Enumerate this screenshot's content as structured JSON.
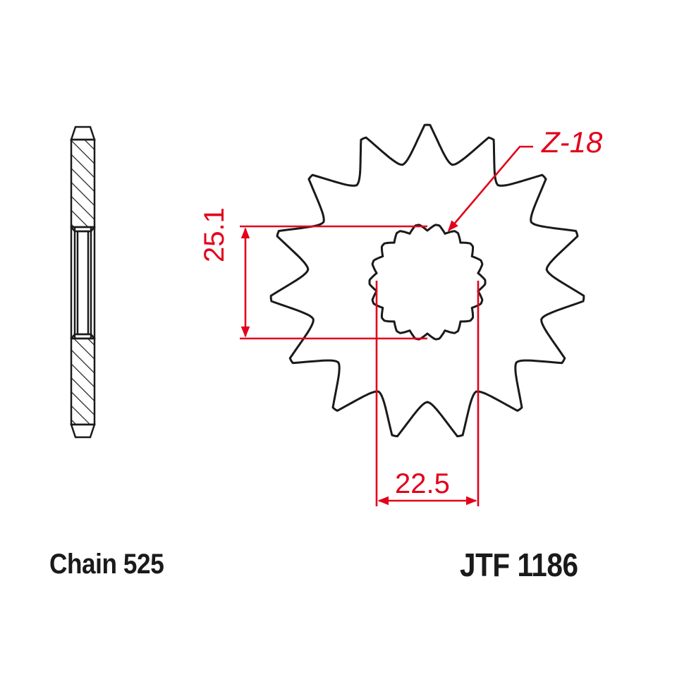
{
  "diagram": {
    "type": "technical-drawing",
    "subject": "front sprocket",
    "colors": {
      "outline": "#1a1a1a",
      "dimension": "#e3001b",
      "background": "#ffffff"
    },
    "side_view": {
      "description": "sprocket cross-section with hatched hub sections"
    },
    "front_view": {
      "outer_teeth": 15,
      "spline_teeth_label": "Z-18",
      "spline_teeth": 18
    },
    "dimensions": {
      "vertical": "25.1",
      "horizontal": "22.5"
    },
    "labels": {
      "chain": "Chain 525",
      "part_number": "JTF 1186"
    }
  }
}
